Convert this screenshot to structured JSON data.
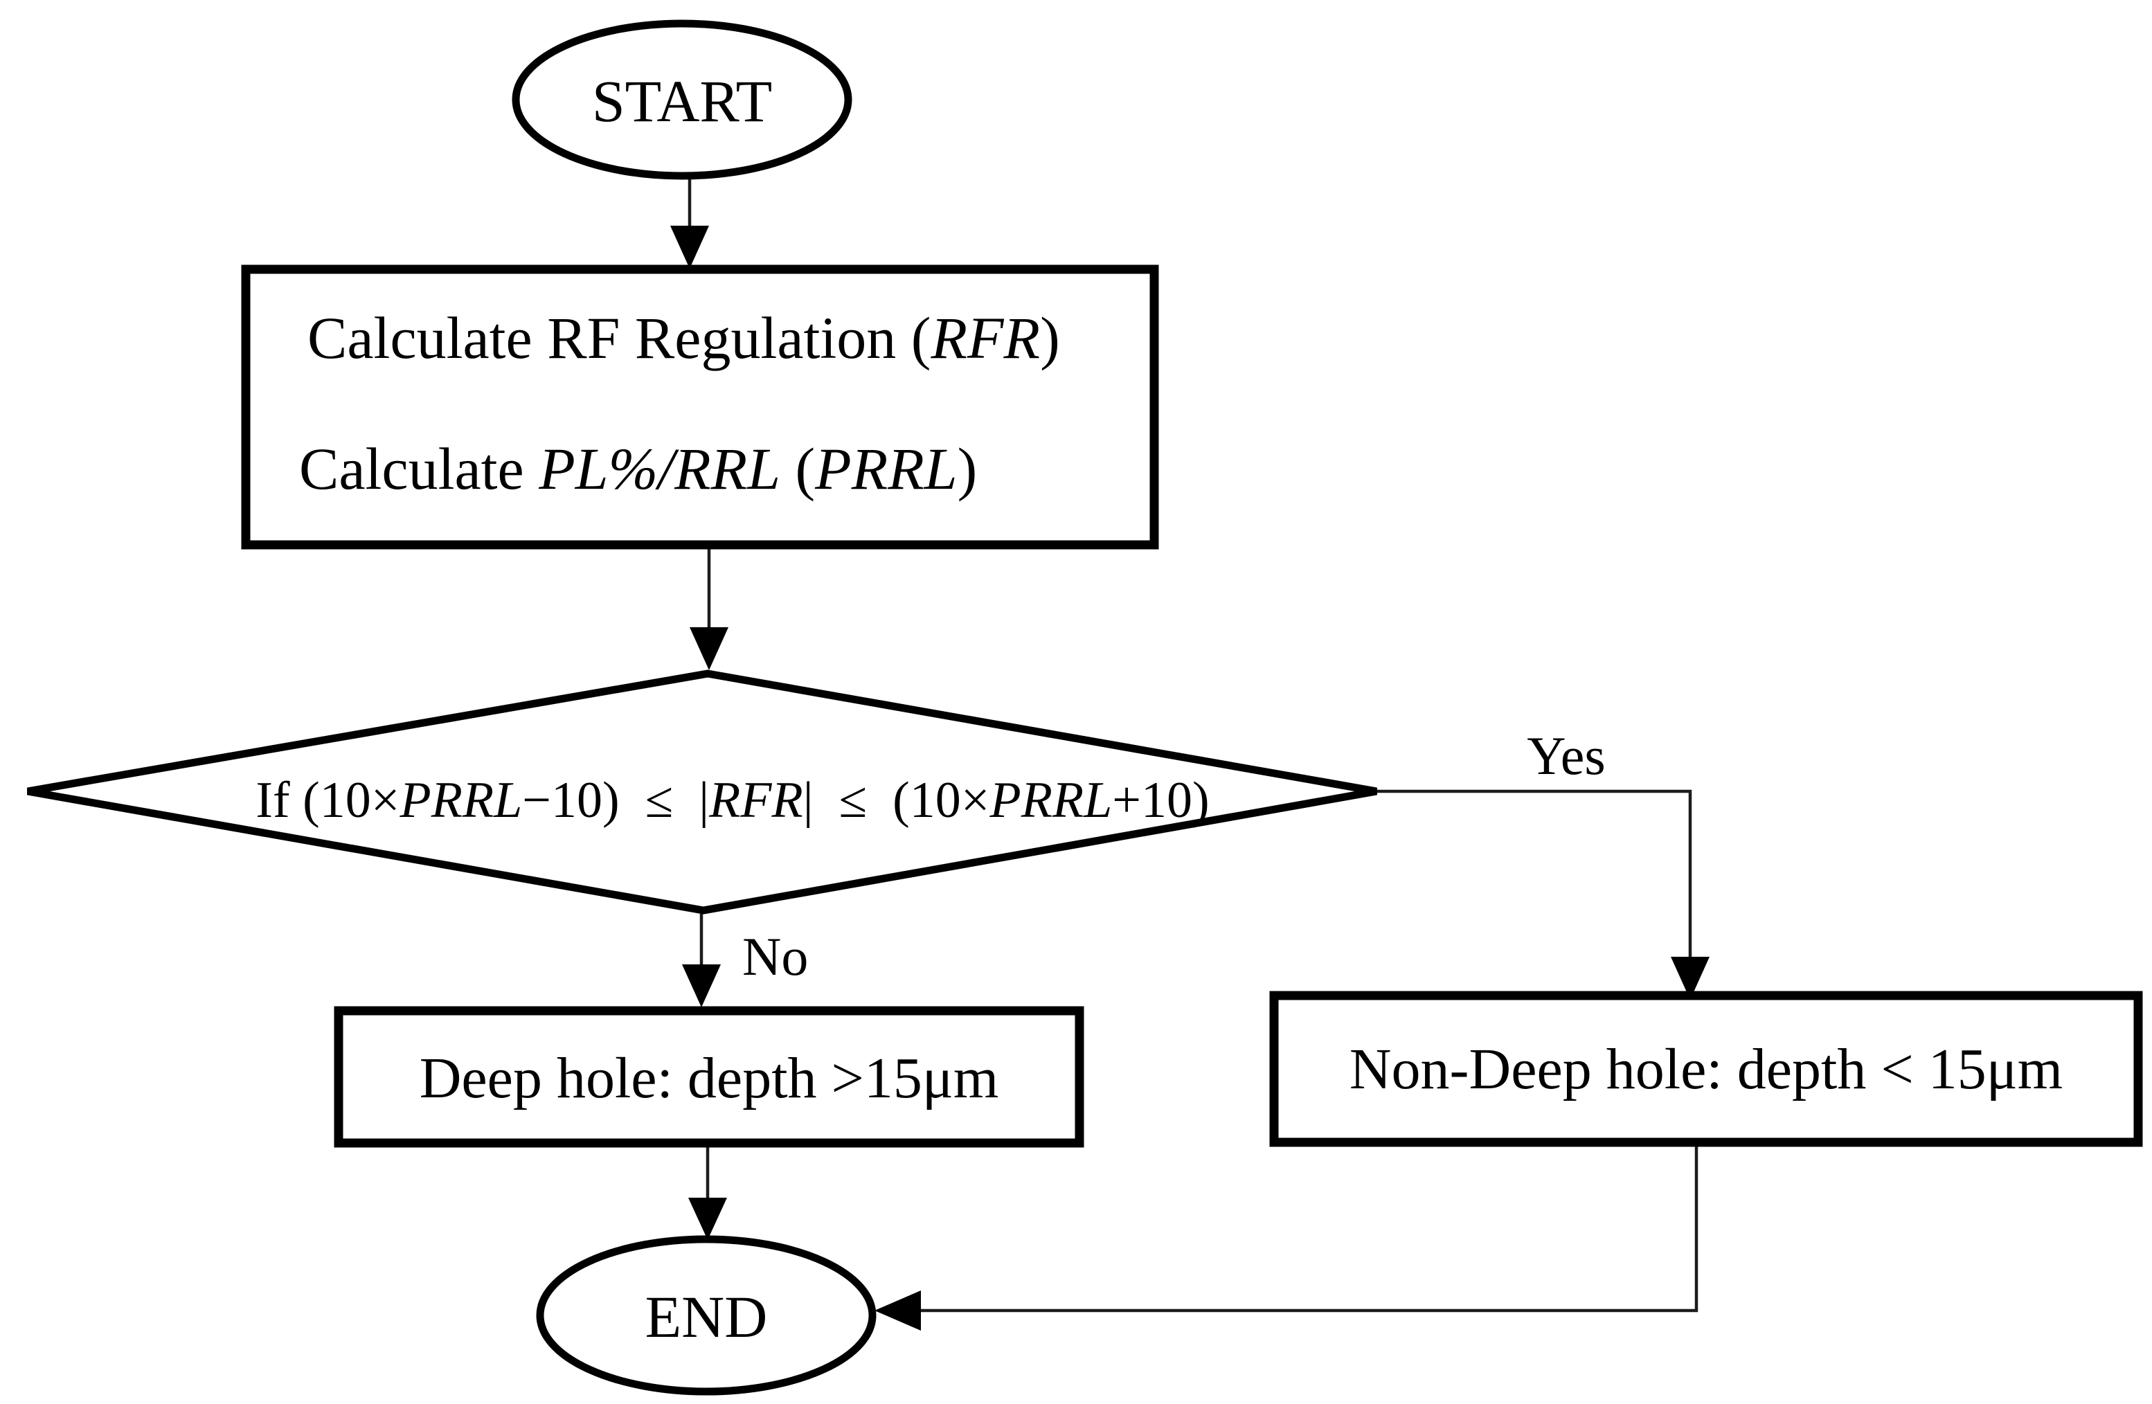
{
  "flowchart": {
    "colors": {
      "stroke": "#000000",
      "background": "#ffffff"
    },
    "nodes": {
      "start": {
        "label": "START"
      },
      "process": {
        "line1": [
          {
            "t": "Calculate RF Regulation ("
          },
          {
            "t": "RFR",
            "i": true
          },
          {
            "t": ")"
          }
        ],
        "line2": [
          {
            "t": "Calculate "
          },
          {
            "t": "PL%/RRL",
            "i": true
          },
          {
            "t": " ("
          },
          {
            "t": "PRRL",
            "i": true
          },
          {
            "t": ")"
          }
        ]
      },
      "decision": {
        "segments": [
          {
            "t": "If (10×"
          },
          {
            "t": "PRRL",
            "i": true
          },
          {
            "t": "−10)  ≤  |"
          },
          {
            "t": "RFR",
            "i": true
          },
          {
            "t": "|  ≤  (10×"
          },
          {
            "t": "PRRL",
            "i": true
          },
          {
            "t": "+10)"
          }
        ]
      },
      "deep": {
        "label": "Deep hole: depth >15μm"
      },
      "nondeep": {
        "label": "Non-Deep hole: depth < 15μm"
      },
      "end": {
        "label": "END"
      }
    },
    "edges": {
      "yes": "Yes",
      "no": "No"
    }
  }
}
